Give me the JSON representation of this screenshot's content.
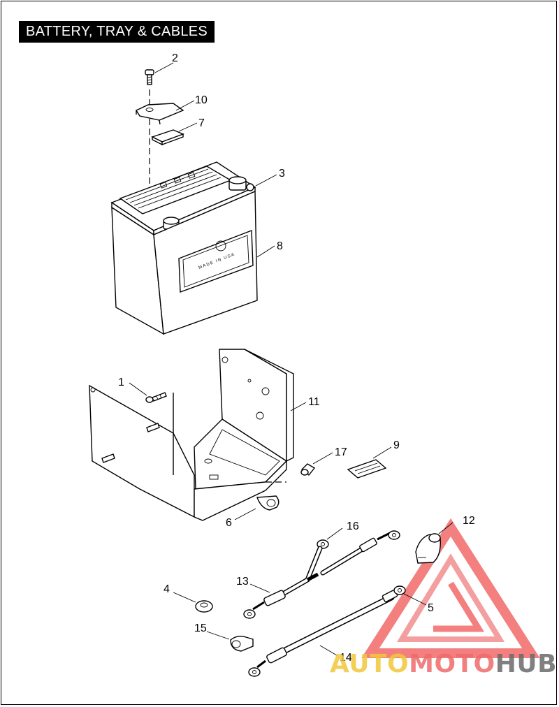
{
  "title": "BATTERY, TRAY & CABLES",
  "battery_embossing": "MADE IN USA",
  "callouts": {
    "c1": "1",
    "c2": "2",
    "c3": "3",
    "c4": "4",
    "c5": "5",
    "c6": "6",
    "c7": "7",
    "c8": "8",
    "c9": "9",
    "c10": "10",
    "c11": "11",
    "c12": "12",
    "c13": "13",
    "c14": "14",
    "c15": "15",
    "c16": "16",
    "c17": "17"
  },
  "watermark": {
    "part1": "AUTO",
    "part2": "MOTO",
    "part3": "HUB"
  },
  "colors": {
    "wm_auto": "#f3c73a",
    "wm_moto": "#ef6a6a",
    "wm_hub": "#6b6b6b",
    "wm_triangle": "#ef5555"
  }
}
